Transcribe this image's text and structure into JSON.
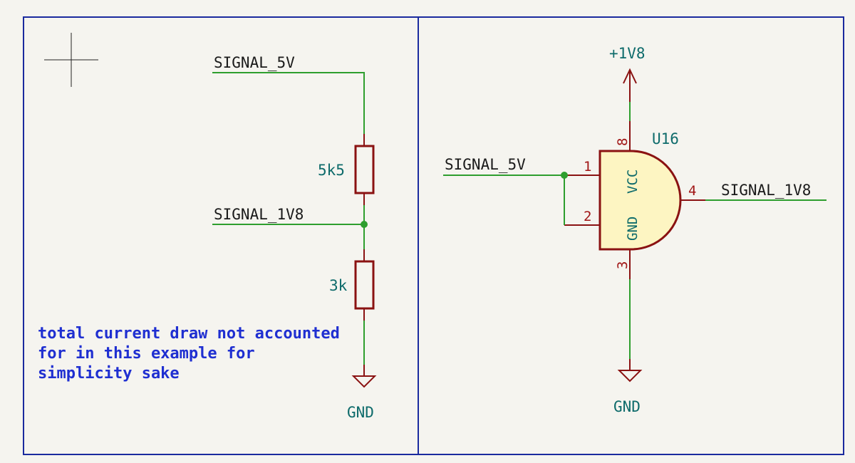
{
  "left_circuit": {
    "net_in": "SIGNAL_5V",
    "net_out": "SIGNAL_1V8",
    "r_top": "5k5",
    "r_bottom": "3k",
    "gnd": "GND",
    "note_lines": [
      "total current draw not accounted",
      "for in this example for",
      "simplicity sake"
    ]
  },
  "right_circuit": {
    "power": "+1V8",
    "ref": "U16",
    "net_in": "SIGNAL_5V",
    "net_out": "SIGNAL_1V8",
    "gnd": "GND",
    "pins": {
      "p1": "1",
      "p2": "2",
      "p3": "3",
      "p4": "4",
      "p8": "8"
    },
    "pin_names": {
      "vcc": "VCC",
      "gnd": "GND"
    }
  },
  "colors": {
    "background": "#f5f4ef",
    "wire": "#2e9e2e",
    "component": "#8a1212",
    "component_fill": "#fdf5c2",
    "text_teal": "#0e6b6b",
    "note_blue": "#1f2fd1",
    "frame": "#1a2a9e"
  }
}
